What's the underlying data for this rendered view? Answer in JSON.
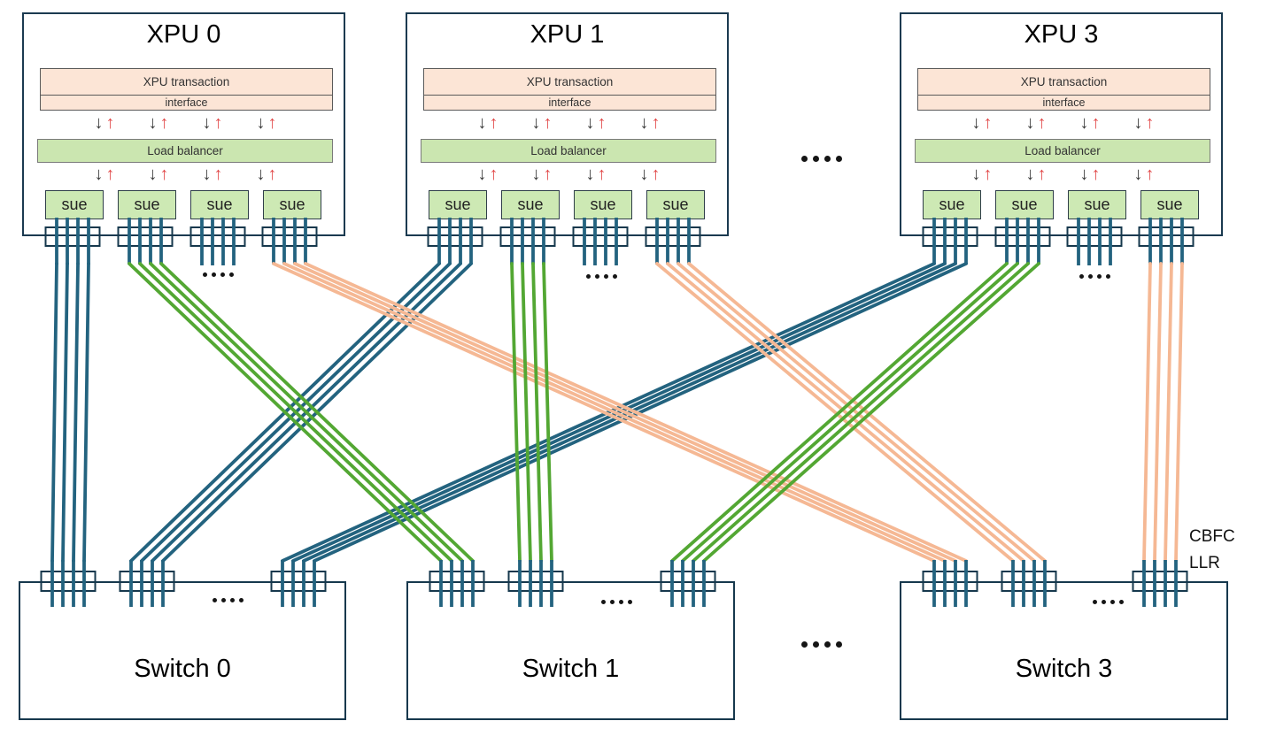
{
  "xpus": [
    {
      "title": "XPU 0",
      "transaction_label": "XPU transaction",
      "interface_label": "interface",
      "load_balancer_label": "Load balancer",
      "sue_label": "sue"
    },
    {
      "title": "XPU 1",
      "transaction_label": "XPU transaction",
      "interface_label": "interface",
      "load_balancer_label": "Load balancer",
      "sue_label": "sue"
    },
    {
      "title": "XPU 3",
      "transaction_label": "XPU transaction",
      "interface_label": "interface",
      "load_balancer_label": "Load balancer",
      "sue_label": "sue"
    }
  ],
  "switches": [
    {
      "title": "Switch 0"
    },
    {
      "title": "Switch 1"
    },
    {
      "title": "Switch 3"
    }
  ],
  "edge_label": {
    "line1": "CBFC",
    "line2": "LLR"
  },
  "icons": {
    "down_arrow": "↓",
    "up_arrow": "↑",
    "ellipsis": "...."
  },
  "colors": {
    "line_blue": "#23637f",
    "line_green": "#53a733",
    "line_orange": "#f5b894",
    "box_peach": "#fce5d6",
    "box_green": "#cbe6b0",
    "sue_green": "#cde9b4",
    "border_dark": "#16384d",
    "arrow_down": "#3a3a3a",
    "arrow_up": "#e24b4b"
  },
  "diagram": {
    "port_offsets": [
      -18,
      -6,
      6,
      18
    ],
    "line_width": 3.8,
    "link_colors": {
      "blue": "#23637f",
      "green": "#53a733",
      "orange": "#f5b894"
    },
    "connector_border": "#16384d",
    "xpu_ports": [
      [
        82,
        164,
        246,
        327
      ],
      [
        514,
        596,
        678,
        760
      ],
      [
        1073,
        1155,
        1236,
        1317
      ]
    ],
    "switch_ports": [
      [
        77,
        166,
        337
      ],
      [
        516,
        605,
        777
      ],
      [
        1073,
        1162,
        1310
      ]
    ],
    "elided_xpu_port_index": 2,
    "links": [
      {
        "from": [
          0,
          0
        ],
        "to": [
          0,
          0
        ],
        "color": "blue"
      },
      {
        "from": [
          1,
          0
        ],
        "to": [
          0,
          1
        ],
        "color": "blue"
      },
      {
        "from": [
          2,
          0
        ],
        "to": [
          0,
          2
        ],
        "color": "blue"
      },
      {
        "from": [
          0,
          1
        ],
        "to": [
          1,
          0
        ],
        "color": "green"
      },
      {
        "from": [
          1,
          1
        ],
        "to": [
          1,
          1
        ],
        "color": "green"
      },
      {
        "from": [
          2,
          1
        ],
        "to": [
          1,
          2
        ],
        "color": "green"
      },
      {
        "from": [
          0,
          3
        ],
        "to": [
          2,
          0
        ],
        "color": "orange"
      },
      {
        "from": [
          1,
          3
        ],
        "to": [
          2,
          1
        ],
        "color": "orange"
      },
      {
        "from": [
          2,
          3
        ],
        "to": [
          2,
          2
        ],
        "color": "orange"
      }
    ]
  }
}
